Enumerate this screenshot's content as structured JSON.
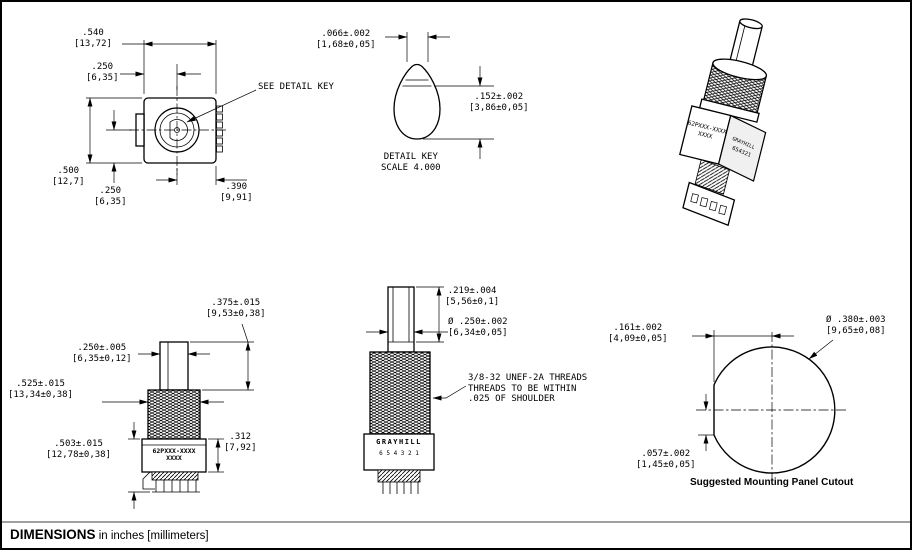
{
  "footer": {
    "title": "DIMENSIONS",
    "subtitle": " in inches [millimeters]"
  },
  "top_view": {
    "dim_width_in": ".540",
    "dim_width_mm": "[13,72]",
    "dim_center_left_in": ".250",
    "dim_center_left_mm": "[6,35]",
    "see_detail_label": "SEE DETAIL KEY",
    "dim_height_in": ".500",
    "dim_height_mm": "[12,7]",
    "dim_center_bottom_in": ".250",
    "dim_center_bottom_mm": "[6,35]",
    "dim_right_in": ".390",
    "dim_right_mm": "[9,91]"
  },
  "detail_key": {
    "dim_flat_in": ".066±.002",
    "dim_flat_mm": "[1,68±0,05]",
    "dim_depth_in": ".152±.002",
    "dim_depth_mm": "[3,86±0,05]",
    "caption_line1": "DETAIL KEY",
    "caption_line2": "SCALE 4.000"
  },
  "isometric": {
    "part_number_line1": "62PXXX-XXXX",
    "part_number_line2": "XXXX",
    "brand": "GRAYHILL",
    "pin_numbers": "654321"
  },
  "side_view": {
    "dim_shaft_len_in": ".375±.015",
    "dim_shaft_len_mm": "[9,53±0,38]",
    "dim_shaft_dia_in": ".250±.005",
    "dim_shaft_dia_mm": "[6,35±0,12]",
    "dim_bushing_in": ".525±.015",
    "dim_bushing_mm": "[13,34±0,38]",
    "dim_body_in": ".503±.015",
    "dim_body_mm": "[12,78±0,38]",
    "dim_body_h_in": ".312",
    "dim_body_h_mm": "[7,92]",
    "part_number_line1": "62PXXX-XXXX",
    "part_number_line2": "XXXX"
  },
  "front_view": {
    "dim_flat_len_in": ".219±.004",
    "dim_flat_len_mm": "[5,56±0,1]",
    "dim_shaft_dia_in": "Ø .250±.002",
    "dim_shaft_dia_mm": "[6,34±0,05]",
    "thread_note_line1": "3/8-32 UNEF-2A THREADS",
    "thread_note_line2": "THREADS TO BE WITHIN",
    "thread_note_line3": ".025 OF SHOULDER",
    "brand": "GRAYHILL",
    "pin_numbers": "6 5 4 3 2 1"
  },
  "panel_cutout": {
    "dim_flat_to_center_in": ".161±.002",
    "dim_flat_to_center_mm": "[4,09±0,05]",
    "dim_dia_in": "Ø .380±.003",
    "dim_dia_mm": "[9,65±0,08]",
    "dim_flat_offset_in": ".057±.002",
    "dim_flat_offset_mm": "[1,45±0,05]",
    "caption": "Suggested Mounting Panel Cutout"
  }
}
